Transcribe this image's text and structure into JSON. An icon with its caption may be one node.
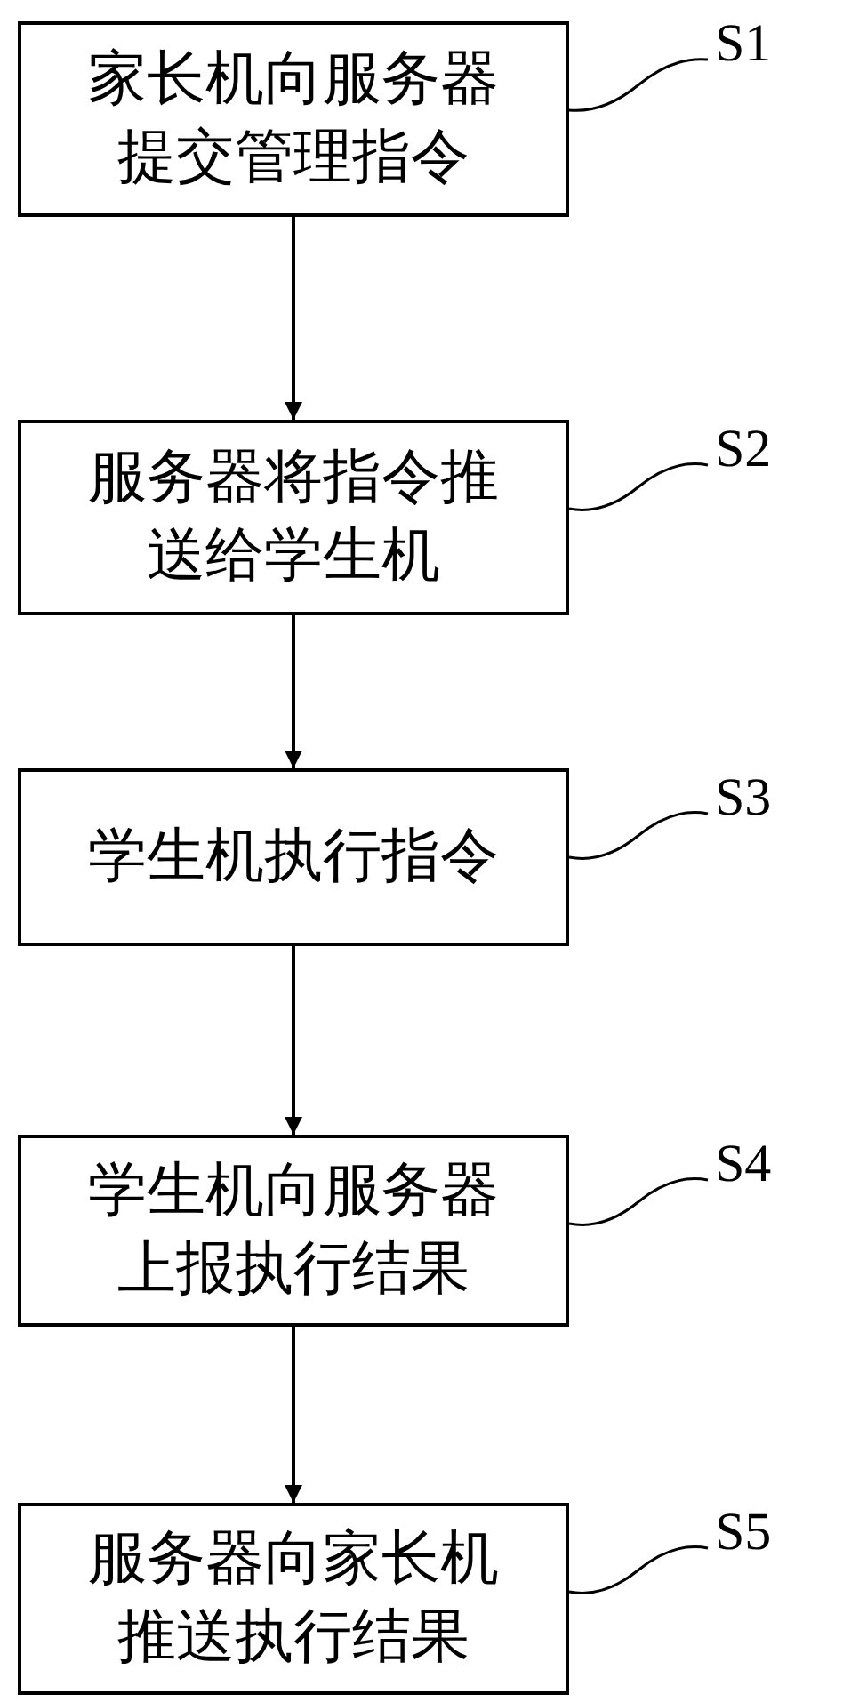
{
  "diagram": {
    "nodes": [
      {
        "text": [
          "家长机向服务器提交管理指令"
        ]
      },
      {
        "text": [
          "S1"
        ]
      },
      {
        "text": [
          "服务器将指令推送给学生机"
        ]
      },
      {
        "text": [
          "S2"
        ]
      },
      {
        "text": [
          "学生机执行指令"
        ]
      },
      {
        "text": [
          "S3"
        ]
      },
      {
        "text": [
          "学生机向服务器上报执行结果"
        ]
      },
      {
        "text": [
          "S4"
        ]
      },
      {
        "text": [
          "服务器向家长机推送执行结果"
        ]
      },
      {
        "text": [
          "S5"
        ]
      }
    ],
    "edges": [
      {
        "from": 0,
        "to": 2,
        "arrow": "to"
      },
      {
        "from": 2,
        "to": 4,
        "arrow": "to"
      },
      {
        "from": 4,
        "to": 6,
        "arrow": "to"
      },
      {
        "from": 6,
        "to": 8,
        "arrow": "to"
      },
      {
        "from": 1,
        "to": 0,
        "arrow": "none"
      },
      {
        "from": 3,
        "to": 2,
        "arrow": "none"
      },
      {
        "from": 5,
        "to": 4,
        "arrow": "none"
      },
      {
        "from": 7,
        "to": 6,
        "arrow": "none"
      },
      {
        "from": 9,
        "to": 8,
        "arrow": "none"
      }
    ]
  }
}
